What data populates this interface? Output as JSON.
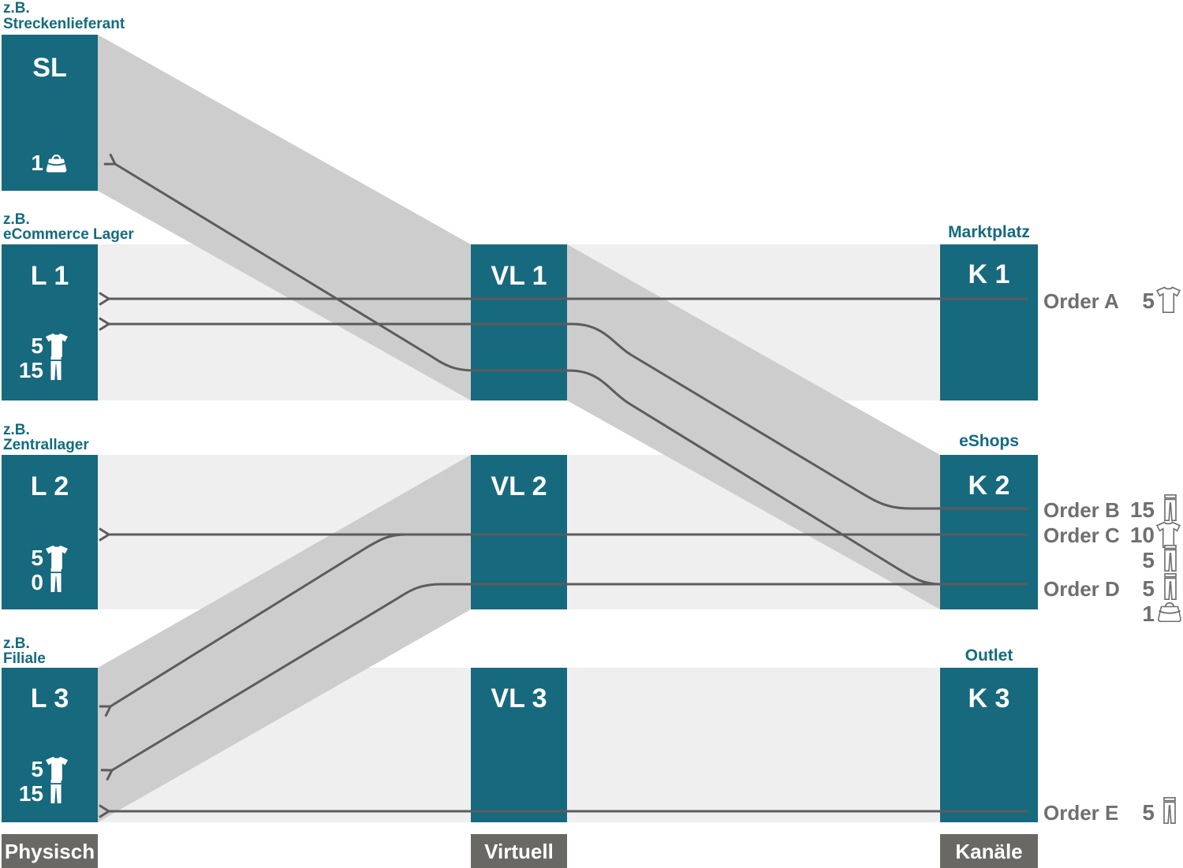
{
  "colors": {
    "teal": "#17697d",
    "label_teal": "#136b80",
    "band_dark": "#cdcdcd",
    "band_light": "#efeff0",
    "line_gray": "#5c5c5c",
    "footer_gray": "#696865",
    "order_gray": "#6f6f6f"
  },
  "columns": {
    "physical": {
      "footer": "Physisch",
      "nodes": [
        {
          "id": "SL",
          "label": "SL",
          "example_prefix": "z.B.",
          "example": "Streckenlieferant",
          "stock": [
            {
              "qty": "1",
              "icon": "bag-icon"
            }
          ]
        },
        {
          "id": "L1",
          "label": "L 1",
          "example_prefix": "z.B.",
          "example": "eCommerce Lager",
          "stock": [
            {
              "qty": "5",
              "icon": "shirt-icon"
            },
            {
              "qty": "15",
              "icon": "pants-icon"
            }
          ]
        },
        {
          "id": "L2",
          "label": "L 2",
          "example_prefix": "z.B.",
          "example": "Zentrallager",
          "stock": [
            {
              "qty": "5",
              "icon": "shirt-icon"
            },
            {
              "qty": "0",
              "icon": "pants-icon"
            }
          ]
        },
        {
          "id": "L3",
          "label": "L 3",
          "example_prefix": "z.B.",
          "example": "Filiale",
          "stock": [
            {
              "qty": "5",
              "icon": "shirt-icon"
            },
            {
              "qty": "15",
              "icon": "pants-icon"
            }
          ]
        }
      ]
    },
    "virtual": {
      "footer": "Virtuell",
      "nodes": [
        {
          "label": "VL 1"
        },
        {
          "label": "VL 2"
        },
        {
          "label": "VL 3"
        }
      ]
    },
    "channels": {
      "footer": "Kanäle",
      "nodes": [
        {
          "label": "K 1",
          "heading": "Marktplatz"
        },
        {
          "label": "K 2",
          "heading": "eShops"
        },
        {
          "label": "K 3",
          "heading": "Outlet"
        }
      ]
    }
  },
  "orders": [
    {
      "name": "Order A",
      "lines": [
        {
          "qty": "5",
          "icon": "shirt-icon"
        }
      ]
    },
    {
      "name": "Order B",
      "lines": [
        {
          "qty": "15",
          "icon": "pants-icon"
        }
      ]
    },
    {
      "name": "Order C",
      "lines": [
        {
          "qty": "10",
          "icon": "shirt-icon"
        },
        {
          "qty": "5",
          "icon": "pants-icon"
        }
      ]
    },
    {
      "name": "Order D",
      "lines": [
        {
          "qty": "5",
          "icon": "pants-icon"
        },
        {
          "qty": "1",
          "icon": "bag-icon"
        }
      ]
    },
    {
      "name": "Order E",
      "lines": [
        {
          "qty": "5",
          "icon": "pants-icon"
        }
      ]
    }
  ],
  "flows": [
    {
      "order": "Order A",
      "path": [
        "K 1",
        "VL 1",
        "L 1"
      ]
    },
    {
      "order": "Order B",
      "path": [
        "K 2",
        "VL 1",
        "L 1"
      ]
    },
    {
      "order": "Order C",
      "path": [
        "K 2",
        "VL 2",
        "L 2"
      ]
    },
    {
      "order": "Order C",
      "path": [
        "K 2",
        "VL 2",
        "L 3"
      ]
    },
    {
      "order": "Order D",
      "path": [
        "K 2",
        "VL 2",
        "L 3"
      ]
    },
    {
      "order": "Order D",
      "path": [
        "K 2",
        "VL 1",
        "SL"
      ]
    },
    {
      "order": "Order E",
      "path": [
        "K 3",
        "L 3"
      ]
    }
  ]
}
